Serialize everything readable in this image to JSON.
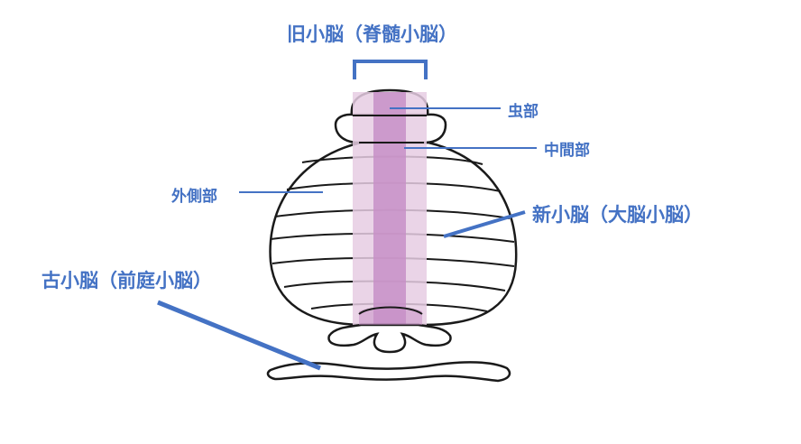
{
  "labels": {
    "paleocerebellum": "旧小脳（脊髄小脳）",
    "vermis": "虫部",
    "intermediate": "中間部",
    "lateral": "外側部",
    "neocerebellum": "新小脳（大脳小脳）",
    "archicerebellum": "古小脳（前庭小脳）"
  },
  "colors": {
    "accent": "#4472c4",
    "outline": "#1a1a1a",
    "vermis_band": "#c78fc7",
    "intermediate_band": "#e6cde3"
  }
}
